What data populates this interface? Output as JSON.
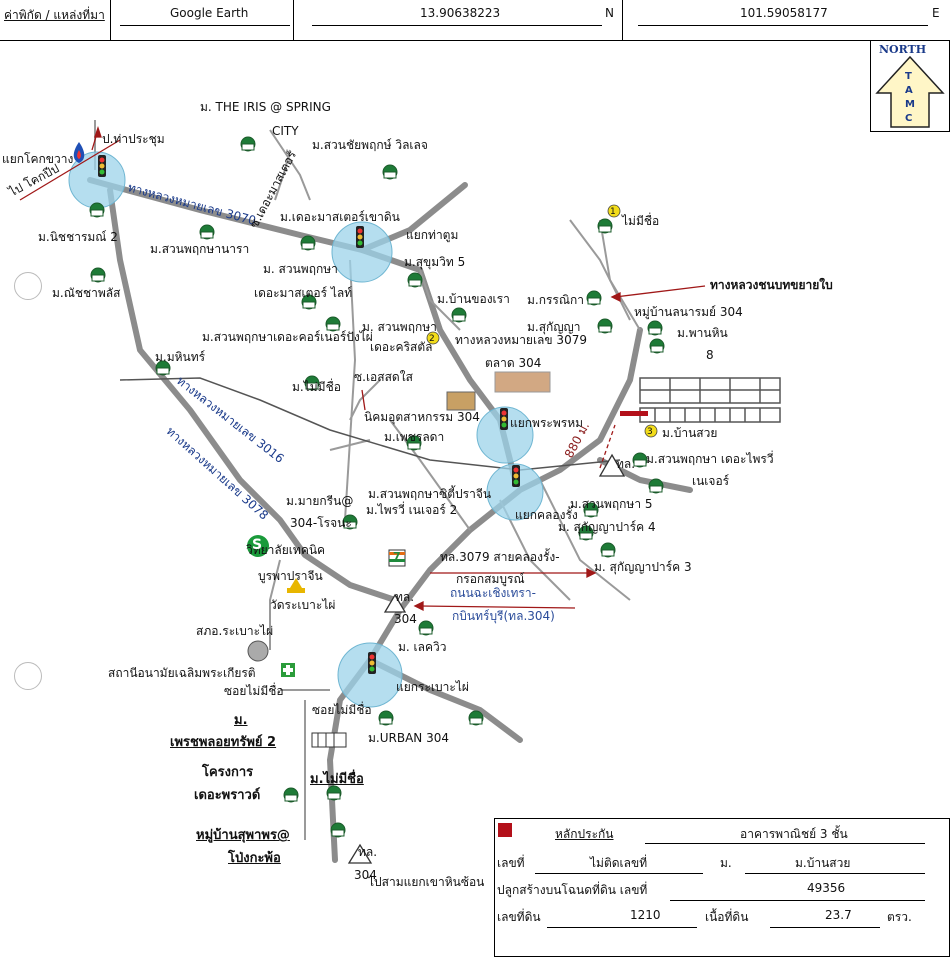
{
  "header": {
    "coord_label": "ค่าพิกัด / แหล่งที่มา",
    "source": "Google Earth",
    "lat": "13.90638223",
    "lat_dir": "N",
    "lon": "101.59058177",
    "lon_dir": "E"
  },
  "compass": {
    "north": "NORTH",
    "letters": [
      "T",
      "A",
      "M",
      "C"
    ]
  },
  "labels": {
    "iris": "ม. THE IRIS @ SPRING",
    "city": "CITY",
    "pathumthani": "ป.ท่าประชุม",
    "khok_khwang": "แยกโคกขวาง",
    "to_khok": "ไป โคกปีป",
    "suan_chai": "ม.สวนชัยพฤกษ์ วิลเลจ",
    "hwy_3070": "ทางหลวงหมายเลข 3070",
    "the_master": "ซ.เดอะมาสเตอร์",
    "the_master_khao": "ม.เดอะมาสเตอร์เขาดิน",
    "yaek_tha_tum": "แยกท่าตูม",
    "nisacharam": "ม.นิชชารมณ์ 2",
    "suan_nara": "ม.สวนพฤกษานารา",
    "suan_phruksa": "ม. สวนพฤกษา",
    "master_light": "เดอะมาสเตอร์ ไลท์",
    "sukhumvit5": "ม.สุขุมวิท 5",
    "natcha": "ม.ณัชชาพลัส",
    "ban_khong_rao": "ม.บ้านของเรา",
    "kannika": "ม.กรรณิกา",
    "hwy_new": "ทางหลวงชนบทขยายใบ",
    "mu_ban_lanaram": "หมู่บ้านลนารมย์ 304",
    "phan_hin": "ม.พานหิน",
    "num8": "8",
    "mai_mi_chue1": "ไม่มีชื่อ",
    "suan_court": "ม.สวนพฤกษาเดอะคอร์เนอร์ปังไผ่",
    "suan_phruksa2": "ม. สวนพฤกษา",
    "the_crystal": "เดอะคริสตัล",
    "sukanya": "ม.สุกัญญา",
    "hwy_3079": "ทางหลวงหมายเลข 3079",
    "mahasin": "ม.มหินทร์",
    "mai_mi_chue2": "ม.ไม่มีชื่อ",
    "so_es": "ซ.เอสสดใส",
    "talat304": "ตลาด 304",
    "nikhom": "นิคมอุตสาหกรรม 304",
    "yaek_phra": "แยกพระพรหม",
    "phetcharada": "ม.เพชรลดา",
    "ban_suay": "ม.บ้านสวย",
    "hwy_3016": "ทางหลวงหมายเลข 3016",
    "hwy_3078": "ทางหลวงหมายเลข 3078",
    "dist_880": "880 ม.",
    "suan_phai": "ม.สวนพฤกษา เดอะไพรวี่",
    "nature": "เนเจอร์",
    "tl_small": "ทล.",
    "mai_rin": "ม.มายกรีน@",
    "suan_city": "ม.สวนพฤกษาซิตี้ปราจีน",
    "phai_nature2": "ม.ไพรวี่ เนเจอร์ 2",
    "suan5": "ม.สวนพฤกษา 5",
    "yaek_khlong": "แยกคลองรั้ง",
    "r304": "304-โรจนะ",
    "college": "วิทยาลัยเทคนิค",
    "sukanya_park4": "ม. สุกัญญาปาร์ค 4",
    "buraphai": "บูรพาปราจีน",
    "tl3079": "ทล.3079 สายคลองรั้ง-",
    "krok": "กรอกสมบูรณ์",
    "sukanya_park3": "ม. สุกัญญาปาร์ค 3",
    "wat": "วัดระเบาะไผ่",
    "tl_304": "ทล.",
    "num_304": "304",
    "rd_chacheng": "ถนนฉะเชิงเทรา-",
    "kabin": "กบินทร์บุรี(ทล.304)",
    "so_ra": "สภอ.ระเบาะไผ่",
    "lake_view": "ม. เลควิว",
    "anamai": "สถานีอนามัยเฉลิมพระเกียรติ",
    "soi_mai_mi": "ซอยไม่มีชื่อ",
    "yaek_ra": "แยกระเบาะไผ่",
    "soi_mai_mi2": "ซอยไม่มีชื่อ",
    "urban": "ม.URBAN 304",
    "m_prefix": "ม.",
    "phet_pol": "เพรชพลอยทรัพย์ 2",
    "project": "โครงการ",
    "the_proud": "เดอะพราวด์",
    "mai_mi_chue3": "ม.ไม่มีชื่อ",
    "suphaphon": "หมู่บ้านสุพาพร@",
    "pong_kapho": "โป่งกะพ้อ",
    "tl_bottom": "ทล.",
    "num_304b": "304",
    "to_sam": "ไปสามแยกเขาหินซ้อน",
    "n1": "1",
    "n2": "2",
    "n3": "3",
    "seven": "7",
    "s_logo": "S"
  },
  "info": {
    "legend_label": "หลักประกัน",
    "building": "อาคารพาณิชย์ 3 ชั้น",
    "lek_thi": "เลขที่",
    "no_number": "ไม่ติดเลขที่",
    "m_label": "ม.",
    "village": "ม.บ้านสวย",
    "plot_label": "ปลูกสร้างบนโฉนดที่ดิน เลขที่",
    "deed_no": "49356",
    "land_no_label": "เลขที่ดิน",
    "land_no": "1210",
    "area_label": "เนื้อที่ดิน",
    "area": "23.7",
    "unit": "ตรว."
  },
  "colors": {
    "road": "#8c8c8c",
    "junction": "#9cd3ea",
    "arrow": "#a01818",
    "legend_red": "#b3101a"
  }
}
